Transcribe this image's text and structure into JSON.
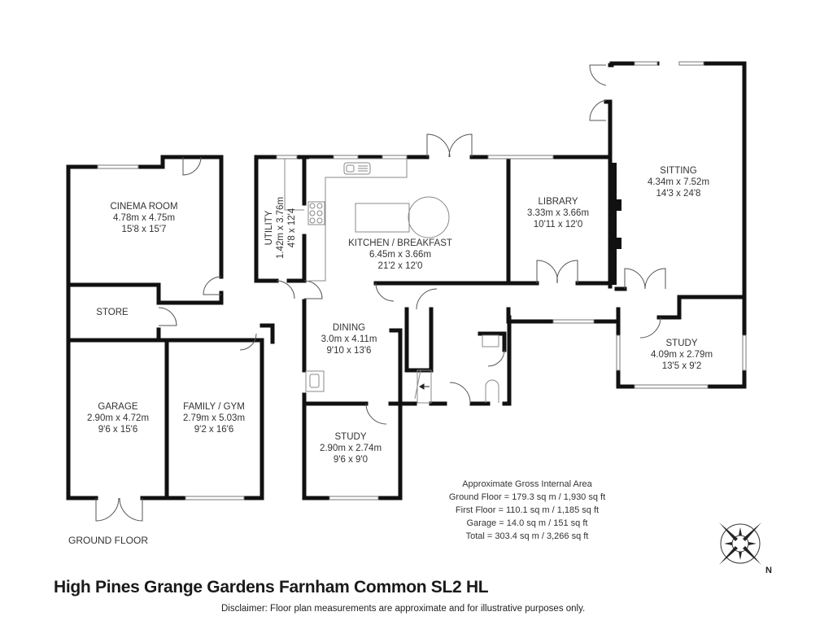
{
  "plan": {
    "floor_label": "GROUND FLOOR",
    "rooms": [
      {
        "name": "CINEMA ROOM",
        "metric": "4.78m x 4.75m",
        "imperial": "15'8 x 15'7"
      },
      {
        "name": "STORE",
        "metric": "",
        "imperial": ""
      },
      {
        "name": "UTILITY",
        "metric": "1.42m x 3.76m",
        "imperial": "4'8 x 12'4"
      },
      {
        "name": "KITCHEN / BREAKFAST",
        "metric": "6.45m x 3.66m",
        "imperial": "21'2 x 12'0"
      },
      {
        "name": "LIBRARY",
        "metric": "3.33m x 3.66m",
        "imperial": "10'11 x 12'0"
      },
      {
        "name": "SITTING",
        "metric": "4.34m x 7.52m",
        "imperial": "14'3 x 24'8"
      },
      {
        "name": "DINING",
        "metric": "3.0m x 4.11m",
        "imperial": "9'10 x 13'6"
      },
      {
        "name": "STUDY",
        "metric": "4.09m x 2.79m",
        "imperial": "13'5 x 9'2"
      },
      {
        "name": "GARAGE",
        "metric": "2.90m x 4.72m",
        "imperial": "9'6 x 15'6"
      },
      {
        "name": "FAMILY / GYM",
        "metric": "2.79m x 5.03m",
        "imperial": "9'2 x 16'6"
      },
      {
        "name": "STUDY",
        "metric": "2.90m x 2.74m",
        "imperial": "9'6 x 9'0"
      }
    ]
  },
  "area": {
    "heading": "Approximate Gross Internal Area",
    "lines": [
      "Ground Floor =  179.3 sq m / 1,930 sq ft",
      "First Floor =  110.1 sq m / 1,185 sq ft",
      "Garage =  14.0 sq m / 151 sq ft",
      "Total =  303.4 sq m / 3,266 sq ft"
    ]
  },
  "compass": {
    "icon": "compass-rose-icon",
    "direction_label": "N"
  },
  "footer": {
    "title": "High Pines Grange Gardens Farnham Common SL2 HL",
    "disclaimer": "Disclaimer: Floor plan measurements are approximate and for illustrative purposes only."
  },
  "colors": {
    "wall": "#111111",
    "fixture": "#888888",
    "text": "#333333",
    "background": "#ffffff"
  }
}
